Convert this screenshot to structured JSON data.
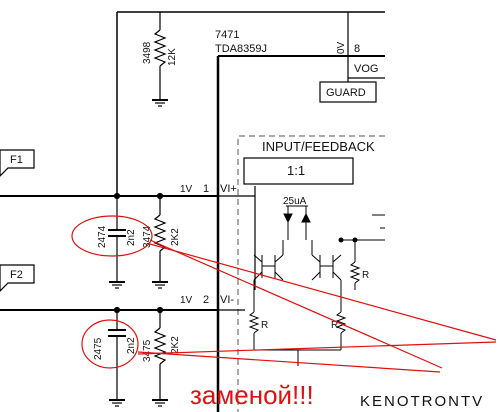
{
  "ic": {
    "ref": "7471",
    "part": "TDA8359J"
  },
  "pins": {
    "p8": "8",
    "p1": "1",
    "p2": "2",
    "vog": "VOG",
    "vi_plus": "VI+",
    "vi_minus": "VI-",
    "v0": "0V",
    "v1a": "1V",
    "v1b": "1V"
  },
  "guard": "GUARD",
  "input_feedback": "INPUT/FEEDBACK",
  "ratio": "1:1",
  "current_source": "25uA",
  "resistors": {
    "r3498_ref": "3498",
    "r3498_val": "12K",
    "r3474_ref": "3474",
    "r3474_val": "2K2",
    "r3475_ref": "3475",
    "r3475_val": "2K2",
    "r_small_a": "R",
    "r_small_b": "R",
    "r_small_c": "R"
  },
  "capacitors": {
    "c2474_ref": "2474",
    "c2474_val": "2n2",
    "c2475_ref": "2475",
    "c2475_val": "2n2"
  },
  "flags": {
    "f1": "F1",
    "f2": "F2"
  },
  "annotation": "заменой!!!",
  "watermark": "KENOTRONTV",
  "colors": {
    "wire": "#000000",
    "annotation": "#e01010",
    "dashed_box": "#555555"
  }
}
